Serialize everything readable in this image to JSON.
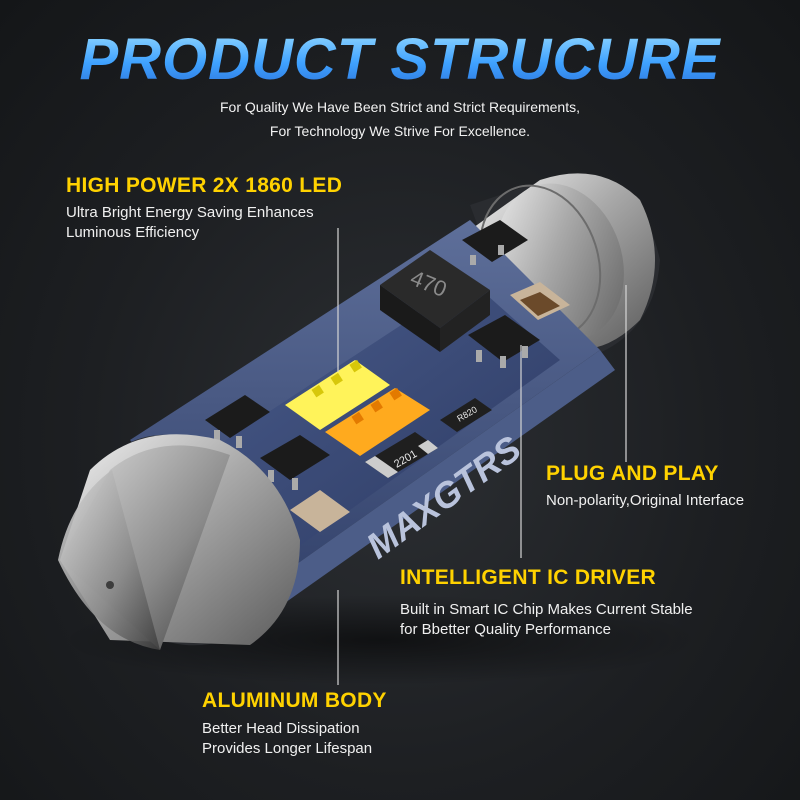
{
  "header": {
    "title": "PRODUCT STRUCURE",
    "subtitle_line1": "For Quality We Have Been Strict and Strict Requirements,",
    "subtitle_line2": "For Technology We Strive For Excellence."
  },
  "features": {
    "high_power": {
      "title": "HIGH POWER 2X 1860 LED",
      "desc_line1": "Ultra Bright Energy Saving Enhances",
      "desc_line2": "Luminous Efficiency"
    },
    "plug_play": {
      "title": "PLUG AND PLAY",
      "desc_line1": "Non-polarity,Original Interface"
    },
    "ic_driver": {
      "title": "INTELLIGENT IC DRIVER",
      "desc_line1": "Built in Smart IC Chip Makes Current Stable",
      "desc_line2": "for Bbetter Quality Performance"
    },
    "aluminum": {
      "title": "ALUMINUM BODY",
      "desc_line1": "Better Head Dissipation",
      "desc_line2": "Provides Longer Lifespan"
    }
  },
  "product": {
    "brand": "MAXGTRS",
    "inductor_label": "470",
    "resistor1_label": "2201",
    "resistor2_label": "R820"
  },
  "colors": {
    "title_blue": "#3fa2ff",
    "feature_yellow": "#ffd200",
    "led_white": "#fff35a",
    "led_amber": "#ffaa1e"
  }
}
